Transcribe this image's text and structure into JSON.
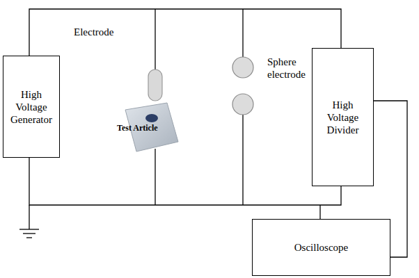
{
  "diagram": {
    "nodes": [
      {
        "text": [
          "High Voltage Generator"
        ]
      },
      {
        "text": [
          "High Voltage Divider"
        ]
      },
      {
        "text": [
          "Oscilloscope"
        ]
      }
    ],
    "edges": [
      {
        "from": 0,
        "to": 1,
        "arrow": "none"
      },
      {
        "from": 0,
        "to": 1,
        "arrow": "none"
      },
      {
        "from": 1,
        "to": 2,
        "arrow": "none"
      }
    ],
    "labels": [
      "Electrode",
      "Test Article",
      "Sphere electrode"
    ]
  }
}
